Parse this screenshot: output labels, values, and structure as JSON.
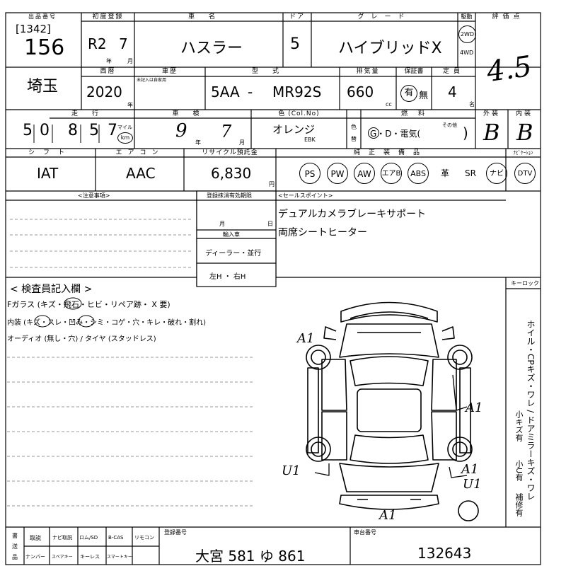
{
  "header": {
    "lot_label": "出品番号",
    "lot_code": "[1342]",
    "lot_number": "156",
    "first_reg_label": "初度登録",
    "first_reg_era": "R2",
    "first_reg_month": "7",
    "year_suffix": "年",
    "month_suffix": "月",
    "model_name_label": "車名",
    "model_name": "ハスラー",
    "doors_label": "ドア",
    "doors": "5",
    "grade_label": "グレード",
    "grade": "ハイブリッドX",
    "drive_label": "駆動",
    "drive_2wd": "2WD",
    "drive_4wd": "4WD",
    "score_label": "評価点",
    "score": "4.5"
  },
  "row2": {
    "region": "埼玉",
    "model_year_label": "西暦",
    "model_year": "2020",
    "model_year_suffix": "年",
    "inspection_label": "車歴",
    "inspection_note": "未記入は自家用",
    "type_label": "型式",
    "type_prefix": "5AA",
    "type_dash": "-",
    "type_code": "MR92S",
    "displacement_label": "排気量",
    "displacement": "660",
    "displacement_unit": "cc",
    "warranty_label": "保証書",
    "warranty_yes": "有",
    "warranty_no": "無",
    "capacity_label": "定員",
    "capacity": "4",
    "capacity_unit": "名"
  },
  "row3": {
    "mileage_label": "走行",
    "mileage_digits": [
      "5",
      "0",
      "8",
      "5",
      "7"
    ],
    "mileage_unit_mile": "マイル",
    "mileage_unit_km": "km",
    "inspect_label": "車検",
    "inspect_year": "9",
    "inspect_year_suffix": "年",
    "inspect_month": "7",
    "inspect_month_suffix": "月",
    "color_label": "色 (Col.No)",
    "color": "オレンジ",
    "color_code": "EBK",
    "color_change_label_1": "色",
    "color_change_label_2": "替",
    "fuel_label": "燃料",
    "fuel_text": "G・D・電気(",
    "fuel_other": "その他",
    "fuel_close": ")",
    "exterior_label": "外装",
    "exterior": "B",
    "interior_label": "内装",
    "interior": "B"
  },
  "row4": {
    "shift_label": "シフト",
    "shift": "IAT",
    "ac_label": "エアコン",
    "ac": "AAC",
    "recycle_label": "リサイクル預託金",
    "recycle": "6,830",
    "recycle_unit": "円",
    "equipment_label": "純正装備品",
    "navi_label": "ﾅﾋﾞｹｰｼｮﾝ",
    "equipment": [
      {
        "label": "PS",
        "circled": true
      },
      {
        "label": "PW",
        "circled": true
      },
      {
        "label": "AW",
        "circled": true
      },
      {
        "label": "エアB",
        "circled": true
      },
      {
        "label": "ABS",
        "circled": true
      },
      {
        "label": "革",
        "circled": false
      },
      {
        "label": "SR",
        "circled": false
      },
      {
        "label": "ナビ",
        "circled": true
      },
      {
        "label": "DTV",
        "circled": true
      }
    ]
  },
  "notes": {
    "caution_label": "<注意事項>",
    "reg_expiry_label": "登録抹消有効期限",
    "month": "月",
    "day": "日",
    "import_label": "輸入車",
    "import_dealer": "ディーラー・並行",
    "steering": "左H ・ 右H",
    "sales_label": "<セールスポイント>",
    "sales_points": [
      "デュアルカメラブレーキサポート",
      "両席シートヒーター"
    ]
  },
  "inspector": {
    "title": "< 検査員記入欄 >",
    "line1": "Fガラス (キズ・飛石・ヒビ・リペア跡・ X 要)",
    "line2": "内装 (キズ・スレ・凹み・シミ・コゲ・穴・キレ・破れ・割れ)",
    "line3": "オーディオ (無し・穴) / タイヤ (スタッドレス)",
    "key_label": "キーロック",
    "side_note_1": "ホイル・CPキズ・ワレ / ドアミラーキズ・ワレ",
    "side_note_2": "小キズ有",
    "side_note_3": "小U有",
    "side_note_4": "補修有"
  },
  "diagram_marks": {
    "front_left": "A1",
    "right_side": "A1",
    "rear_left": "U1",
    "rear_right_1": "A1",
    "rear_right_2": "U1",
    "rear": "A1"
  },
  "footer": {
    "docs_label_1": "書",
    "docs_label_2": "送",
    "docs_label_3": "品",
    "docs_top": [
      "取説",
      "ナビ取説",
      "ロム/SD",
      "B-CAS",
      "リモコン"
    ],
    "docs_bottom": [
      "ナンバー",
      "スペアキー",
      "キーレス",
      "スマートキー"
    ],
    "reg_no_label": "登録番号",
    "reg_no": "大宮 581 ゆ 861",
    "chassis_label": "車台番号",
    "chassis": "132643"
  }
}
